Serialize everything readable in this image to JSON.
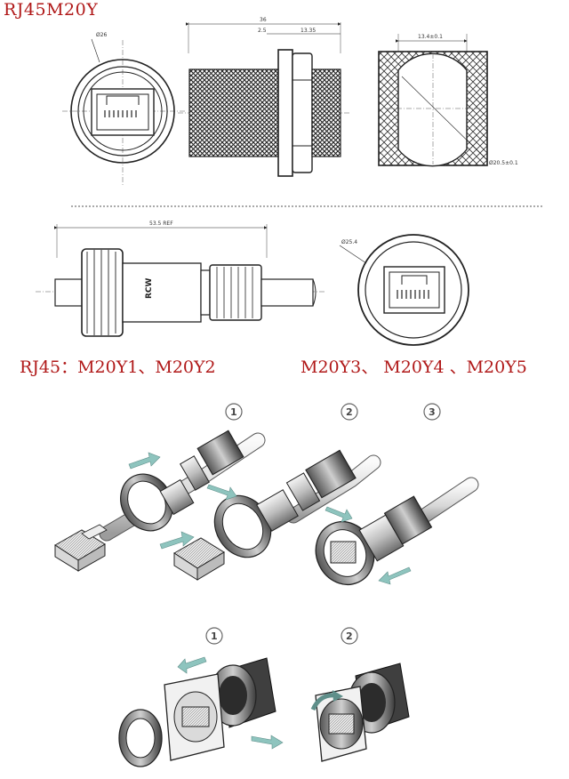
{
  "title": "RJ45M20Y",
  "models_left": "RJ45：M20Y1、M20Y2",
  "models_right": "M20Y3、 M20Y4 、M20Y5",
  "dims": {
    "front_diameter": "Ø26",
    "overall_length": "36",
    "flange_thickness": "2.5",
    "thread_length": "13.35",
    "cutout_width": "13.4±0.1",
    "cutout_diameter": "Ø20.5±0.1",
    "plug_length": "53.5 REF",
    "plug_diameter": "Ø25.4"
  },
  "brand_text": "RCW",
  "steps_top": [
    "1",
    "2",
    "3"
  ],
  "steps_bottom": [
    "1",
    "2"
  ],
  "colors": {
    "title": "#b01818",
    "arrow": "#8ec4be",
    "line": "#222222"
  }
}
